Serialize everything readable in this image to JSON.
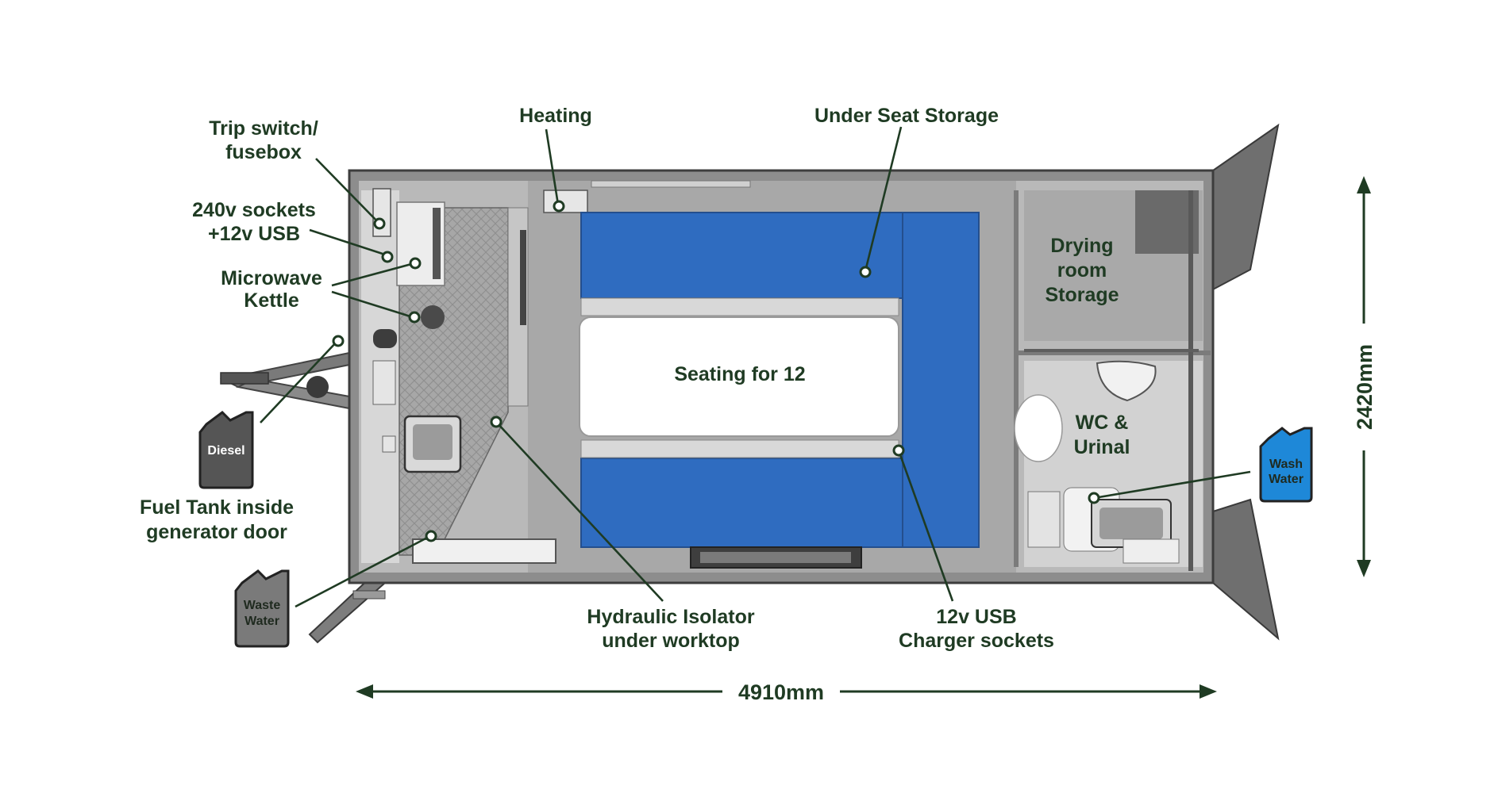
{
  "labels": {
    "trip_switch_line1": "Trip switch/",
    "trip_switch_line2": "fusebox",
    "sockets_line1": "240v sockets",
    "sockets_line2": "+12v USB",
    "microwave": "Microwave",
    "kettle": "Kettle",
    "heating": "Heating",
    "under_seat_storage": "Under Seat Storage",
    "drying_line1": "Drying",
    "drying_line2": "room",
    "drying_line3": "Storage",
    "seating": "Seating for 12",
    "wc_line1": "WC &",
    "wc_line2": "Urinal",
    "fuel_line1": "Fuel Tank inside",
    "fuel_line2": "generator door",
    "hydraulic_line1": "Hydraulic Isolator",
    "hydraulic_line2": "under worktop",
    "usb_line1": "12v USB",
    "usb_line2": "Charger sockets"
  },
  "tanks": {
    "diesel": "Diesel",
    "waste_line1": "Waste",
    "waste_line2": "Water",
    "wash_line1": "Wash",
    "wash_line2": "Water"
  },
  "dimensions": {
    "length": "4910mm",
    "width": "2420mm"
  },
  "colors": {
    "label_text": "#1f3b23",
    "seat_blue": "#2f6cc0",
    "wash_water_can": "#1e88d8",
    "diesel_can": "#555555",
    "waste_can": "#7a7a7a",
    "floor_grey": "#a9a9a9",
    "wall_grey": "#8a8a8a"
  }
}
